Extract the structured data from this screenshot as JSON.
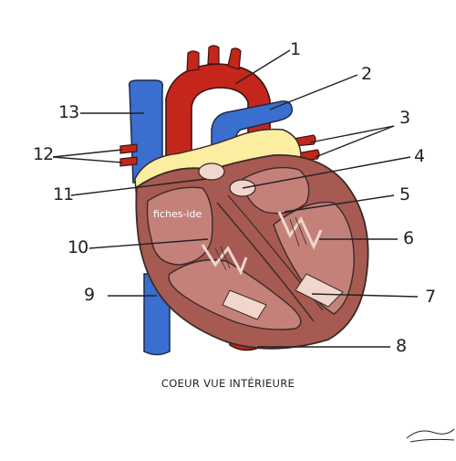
{
  "diagram": {
    "caption": "COEUR VUE INTÉRIEURE",
    "watermark": "fiches-ide",
    "labels": [
      "1",
      "2",
      "3",
      "4",
      "5",
      "6",
      "7",
      "8",
      "9",
      "10",
      "11",
      "12",
      "13"
    ]
  },
  "colors": {
    "artery_red": "#c4261c",
    "vein_blue": "#3a6fcf",
    "fat_yellow": "#fbeea0",
    "muscle_outer": "#a65a52",
    "muscle_inner": "#c4817a",
    "valve_pale": "#f0d6cc",
    "outline": "#3b2a28"
  }
}
